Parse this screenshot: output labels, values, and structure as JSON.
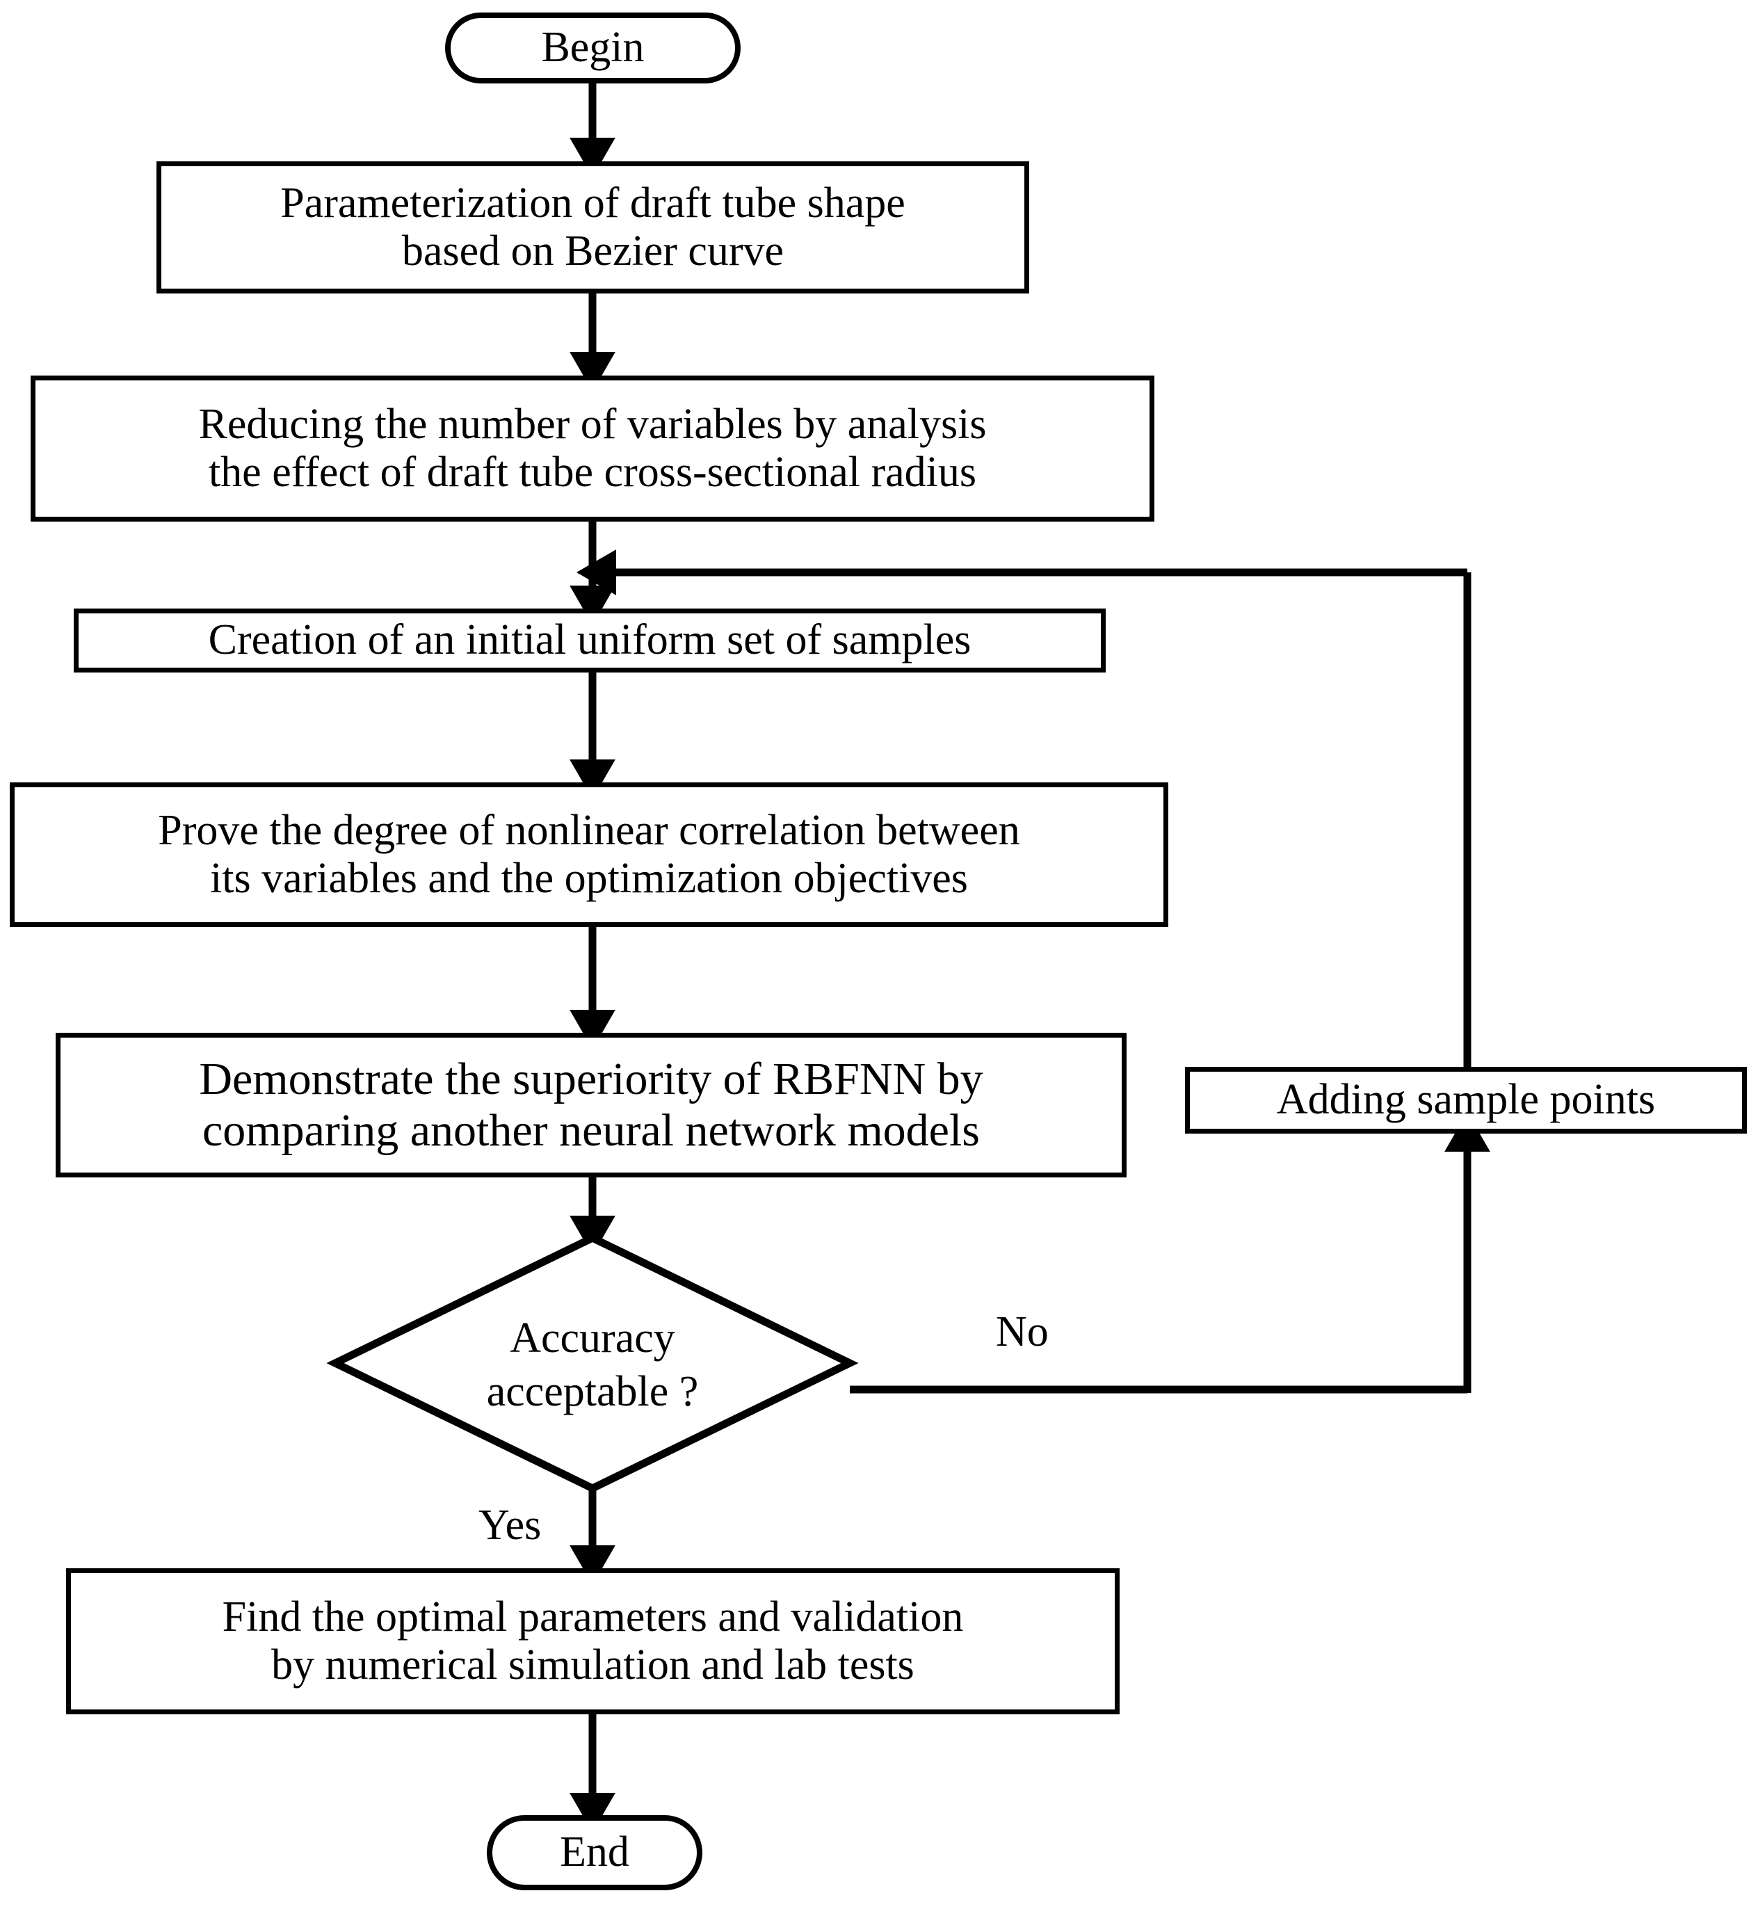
{
  "diagram": {
    "title": "Draft tube shape optimization flowchart",
    "type": "flowchart",
    "background_color": "#ffffff",
    "line_color": "#000000",
    "text_color": "#000000"
  },
  "nodes": {
    "begin": {
      "label": "Begin",
      "shape": "terminator"
    },
    "parameterization": {
      "label": "Parameterization of draft tube shape\nbased on Bezier curve",
      "shape": "process"
    },
    "reducing": {
      "label": "Reducing the number of variables by analysis\nthe effect of draft tube cross-sectional radius",
      "shape": "process"
    },
    "creation": {
      "label": "Creation of an initial uniform set of samples",
      "shape": "process"
    },
    "prove": {
      "label": "Prove the degree of nonlinear correlation between\nits variables and the optimization objectives",
      "shape": "process"
    },
    "demonstrate": {
      "label": "Demonstrate the superiority of RBFNN by\ncomparing another neural network models",
      "shape": "process"
    },
    "decision": {
      "label": "Accuracy\nacceptable ?",
      "shape": "decision"
    },
    "adding_samples": {
      "label": "Adding sample points",
      "shape": "process"
    },
    "find_optimal": {
      "label": "Find the optimal parameters and validation\nby numerical simulation and lab tests",
      "shape": "process"
    },
    "end": {
      "label": "End",
      "shape": "terminator"
    }
  },
  "edge_labels": {
    "no": "No",
    "yes": "Yes"
  }
}
